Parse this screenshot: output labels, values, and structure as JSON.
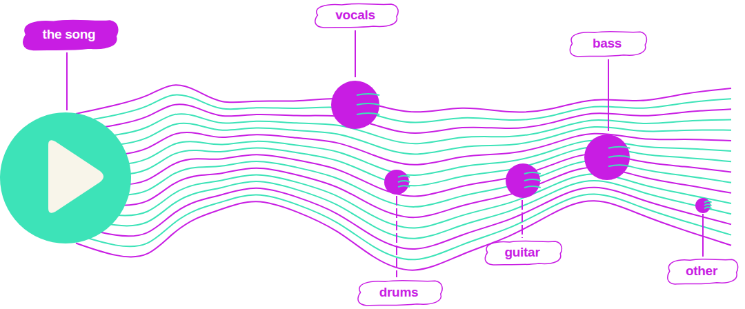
{
  "diagram": {
    "nodes": [
      {
        "text": [
          "the song"
        ]
      },
      {
        "text": [
          "vocals"
        ]
      },
      {
        "text": [
          "bass"
        ]
      },
      {
        "text": [
          "drums"
        ]
      },
      {
        "text": [
          "guitar"
        ]
      },
      {
        "text": [
          "other"
        ]
      }
    ]
  }
}
